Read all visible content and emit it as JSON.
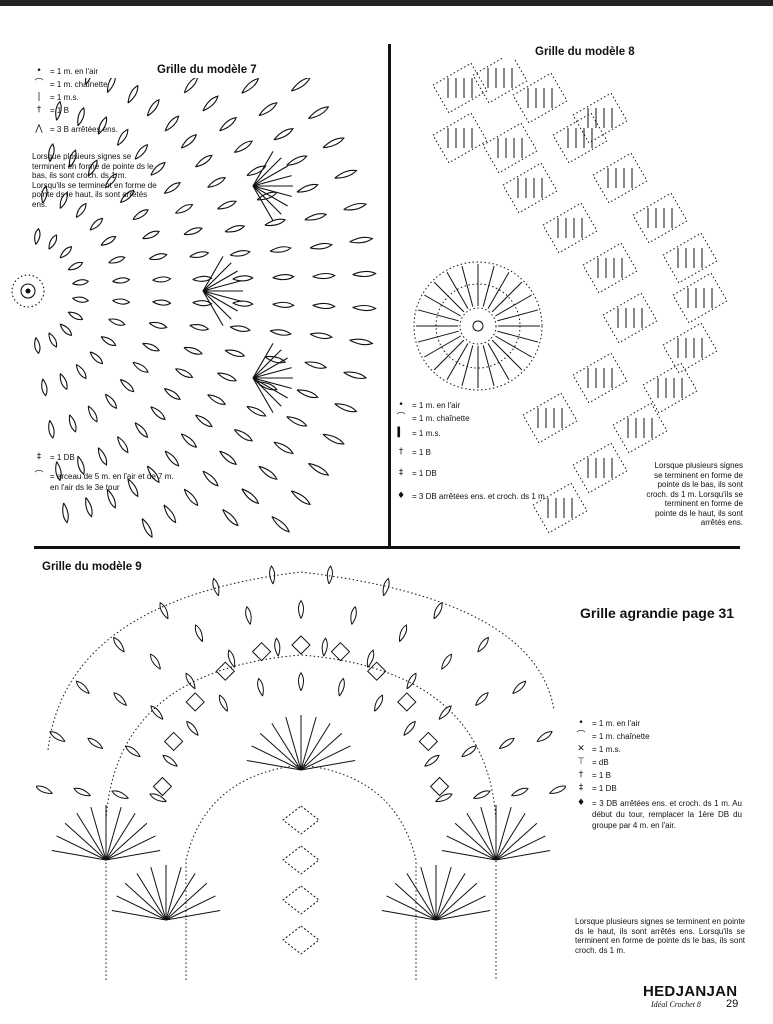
{
  "model7": {
    "title": "Grille du modèle 7",
    "legend": [
      {
        "icon": "dot-icon",
        "glyph": "•",
        "label": "= 1 m. en l'air"
      },
      {
        "icon": "arc-icon",
        "glyph": "⌒",
        "label": "= 1 m. chaînette"
      },
      {
        "icon": "bar-icon",
        "glyph": "|",
        "label": "= 1 m.s."
      },
      {
        "icon": "b-stitch-icon",
        "glyph": "†",
        "label": "= 1 B"
      },
      {
        "icon": "three-b-icon",
        "glyph": "⋀",
        "label": "= 3 B arrêtées ens."
      }
    ],
    "note": "Lorsque plusieurs signes se terminent en forme de pointe ds le bas, ils sont croch. ds 1 m. Lorsqu'ils se terminent en forme de pointe ds le haut, ils sont arrêtés ens.",
    "legend2": [
      {
        "icon": "db-stitch-icon",
        "glyph": "‡",
        "label": "= 1 DB"
      },
      {
        "icon": "big-arc-icon",
        "glyph": "⌒",
        "label": "= arceau de 5 m. en l'air et de 7 m. en l'air ds le 3e tour"
      }
    ]
  },
  "model8": {
    "title": "Grille du modèle 8",
    "legend": [
      {
        "icon": "dot-icon",
        "glyph": "•",
        "label": "= 1 m. en l'air"
      },
      {
        "icon": "arc-icon",
        "glyph": "⌒",
        "label": "= 1 m. chaînette"
      },
      {
        "icon": "bar-icon",
        "glyph": "▍",
        "label": "= 1 m.s."
      },
      {
        "icon": "b-stitch-icon",
        "glyph": "†",
        "label": "= 1 B"
      },
      {
        "icon": "db-stitch-icon",
        "glyph": "‡",
        "label": "= 1 DB"
      },
      {
        "icon": "three-db-icon",
        "glyph": "♦",
        "label": "= 3 DB arrêtées ens. et croch. ds 1 m."
      }
    ],
    "note": "Lorsque plusieurs signes se terminent en forme de pointe ds le bas, ils sont croch. ds 1 m. Lorsqu'ils se terminent en forme de pointe ds le haut, ils sont arrêtés ens."
  },
  "model9": {
    "title": "Grille du modèle 9",
    "enlarged": "Grille agrandie page 31",
    "legend": [
      {
        "icon": "dot-icon",
        "glyph": "•",
        "label": "= 1 m. en l'air"
      },
      {
        "icon": "arc-icon",
        "glyph": "⌒",
        "label": "= 1 m. chaînette"
      },
      {
        "icon": "cross-icon",
        "glyph": "✕",
        "label": "= 1 m.s."
      },
      {
        "icon": "db-short-icon",
        "glyph": "⊤",
        "label": "= dB"
      },
      {
        "icon": "b-stitch-icon",
        "glyph": "†",
        "label": "= 1 B"
      },
      {
        "icon": "db-stitch-icon",
        "glyph": "‡",
        "label": "= 1 DB"
      },
      {
        "icon": "three-db-icon",
        "glyph": "♦",
        "label": "= 3 DB arrêtées ens. et croch. ds 1 m. Au début du tour, remplacer la 1ère DB du groupe par 4 m. en l'air."
      }
    ],
    "note": "Lorsque plusieurs signes se terminent en pointe ds le haut, ils sont arrêtés ens. Lorsqu'ils se terminent en forme de pointe ds le bas, ils sont croch. ds 1 m."
  },
  "footer": {
    "brand": "HEDJANJAN",
    "magazine": "Idéal Crochet 8",
    "page": "29"
  }
}
